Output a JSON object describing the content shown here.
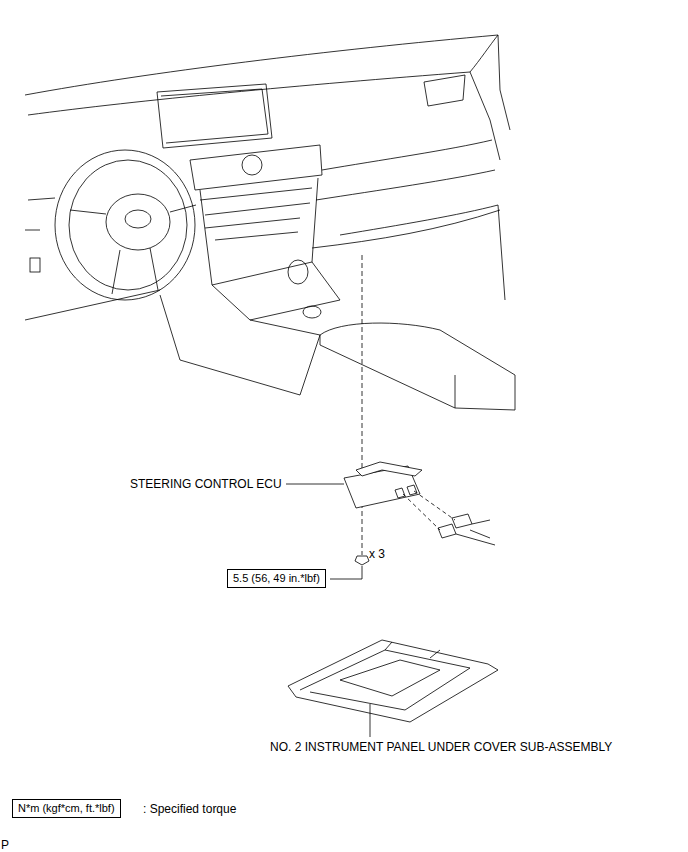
{
  "diagram": {
    "nodes": [
      {
        "text": [
          "5.5 (56, 49 in.*lbf)"
        ]
      },
      {
        "text": [
          "N*m (kgf*cm, ft.*lbf)"
        ]
      }
    ],
    "labels": [
      "STEERING CONTROL ECU",
      "x 3",
      "NO. 2 INSTRUMENT PANEL UNDER COVER SUB-ASSEMBLY",
      "P"
    ],
    "legend": [
      {
        "text": ": Specified torque"
      }
    ]
  }
}
